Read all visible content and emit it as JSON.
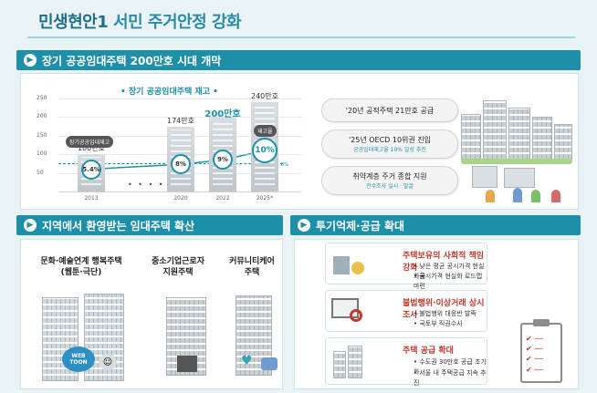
{
  "header": {
    "title_main": "민생현안1",
    "title_sub": "서민 주거안정 강화"
  },
  "section1": {
    "heading": "장기 공공임대주택 200만호 시대 개막",
    "chart_title": "장기 공공임대주택 재고",
    "callout_2013": "장기공공임대재고",
    "callout_2025": "재고율",
    "oecd_label": "OECD 평균 8%",
    "dots": "• • • •",
    "pills": [
      {
        "text": "'20년 공적주택 21만호 공급",
        "sub": ""
      },
      {
        "text": "'25년 OECD 10위권 진입",
        "sub": "공공임대재고율 10% 달성 추진"
      },
      {
        "text": "취약계층 주거 종합 지원",
        "sub": "전수조사 실시 · 발굴"
      }
    ]
  },
  "chart_data": {
    "type": "bar",
    "title": "장기 공공임대주택 재고",
    "categories": [
      "2013",
      "2020",
      "2022",
      "2025*"
    ],
    "values": [
      100,
      174,
      200,
      240
    ],
    "value_labels": [
      "100만호",
      "174만호",
      "200만호",
      "240만호"
    ],
    "ratio_series": {
      "values": [
        "5.4%",
        "8%",
        "9%",
        "10%"
      ]
    },
    "ylim": [
      0,
      250
    ],
    "yticks": [
      "250",
      "200",
      "150",
      "100",
      "50"
    ],
    "reference_line": {
      "label": "OECD 평균 8%"
    }
  },
  "section2": {
    "heading": "지역에서 환영받는 임대주택 확산",
    "cols": [
      {
        "title_line1": "문화·예술연계 행복주택",
        "title_line2": "(웹툰·극단)",
        "badge": "WEB TOON"
      },
      {
        "title_line1": "중소기업근로자",
        "title_line2": "지원주택",
        "badge": ""
      },
      {
        "title_line1": "커뮤니티케어",
        "title_line2": "주택",
        "badge": ""
      }
    ]
  },
  "section3": {
    "heading": "투기억제·공급 확대",
    "items": [
      {
        "title": "주택보유의 사회적 책임강화",
        "bullets": [
          "낮은 평균 공시가격 현실화율",
          "공시가격 현실화 로드맵 마련"
        ]
      },
      {
        "title": "불법행위·이상거래 상시조사",
        "bullets": [
          "불법행위 대응반 발족",
          "국토부 직권수사"
        ]
      },
      {
        "title": "주택 공급 확대",
        "bullets": [
          "수도권 30만호 공급 조기화",
          "서울 내 주택공급 지속 추진"
        ]
      }
    ]
  },
  "colors": {
    "accent": "#1e8fa8",
    "title": "#1f6f8a",
    "highlight": "#c0392b"
  }
}
